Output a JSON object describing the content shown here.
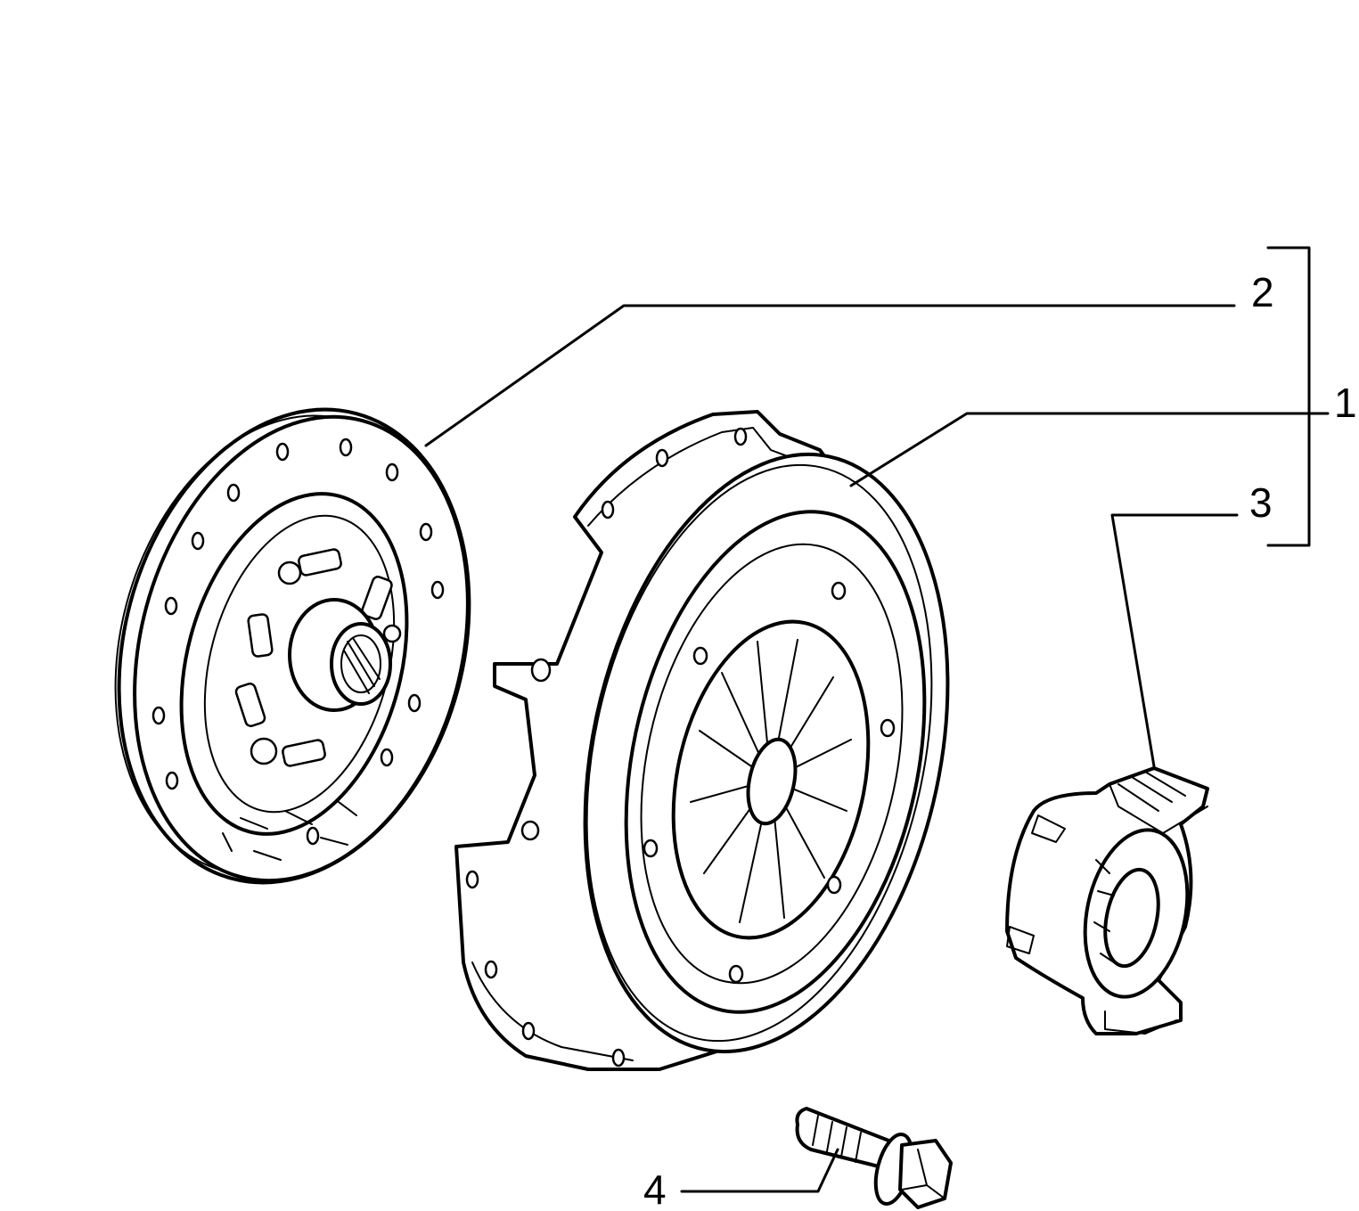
{
  "callouts": {
    "c1": "1",
    "c2": "2",
    "c3": "3",
    "c4": "4"
  },
  "parts": {
    "p1": "pressure-plate",
    "p2": "clutch-disc",
    "p3": "release-bearing",
    "p4": "bolt"
  }
}
